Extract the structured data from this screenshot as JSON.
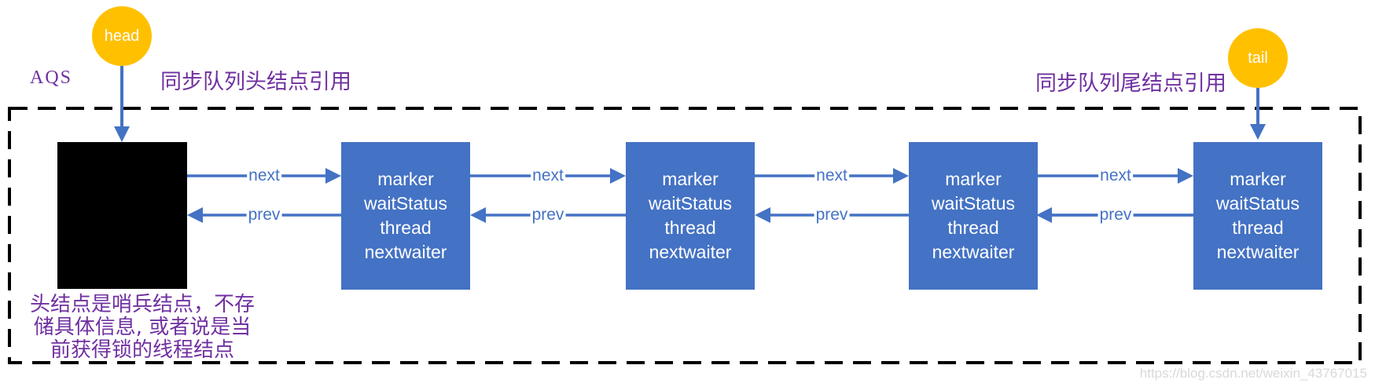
{
  "diagram": {
    "title_label": "AQS",
    "head_pointer_label": "head",
    "tail_pointer_label": "tail",
    "head_ref_label": "同步队列头结点引用",
    "tail_ref_label": "同步队列尾结点引用",
    "node_fields": [
      "marker",
      "waitStatus",
      "thread",
      "nextwaiter"
    ],
    "link_labels": {
      "next": "next",
      "prev": "prev"
    },
    "caption_lines": [
      "头结点是哨兵结点，不存",
      "储具体信息, 或者说是当",
      "前获得锁的线程结点"
    ],
    "watermark": "https://blog.csdn.net/weixin_43767015",
    "colors": {
      "node_blue": "#4472C4",
      "arrow_blue": "#4472C4",
      "pointer_orange": "#FFC000",
      "text_purple": "#7030A0",
      "sentinel_black": "#000000",
      "boundary_black": "#000000",
      "watermark_gray": "#d9d9d9"
    }
  }
}
